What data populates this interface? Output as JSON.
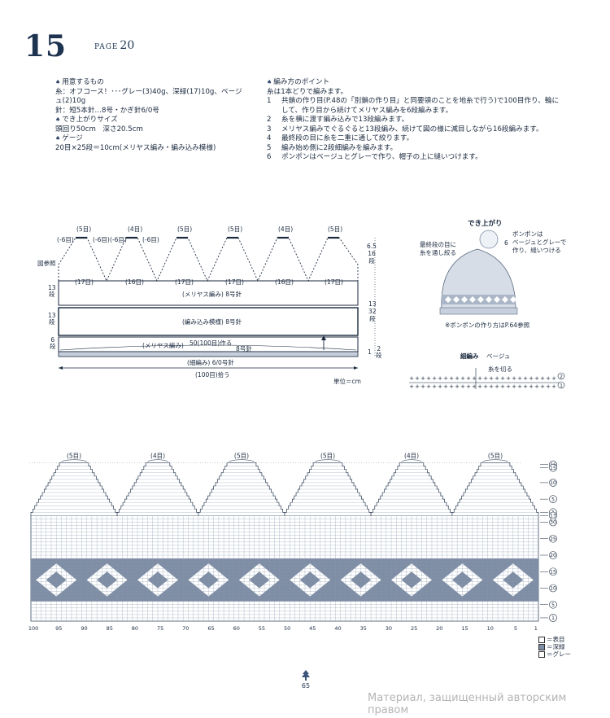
{
  "header": {
    "pattern_number": "15",
    "page_prefix": "PAGE",
    "page_number": "20"
  },
  "materials": {
    "heading": "用意するもの",
    "lines": [
      "糸：オフコース！･･･グレー(3)40g、深緑(17)10g、ベージ",
      "ュ(2)10g",
      "針：短5本針…8号・かぎ針6/0号"
    ],
    "size_heading": "でき上がりサイズ",
    "size": "頭回り50cm　深さ20.5cm",
    "gauge_heading": "ゲージ",
    "gauge": "20目×25段＝10cm(メリヤス編み・編み込み模様)"
  },
  "instructions": {
    "heading": "編み方のポイント",
    "intro": "糸は1本どりで編みます。",
    "steps": [
      {
        "n": "1",
        "text": "共鎖の作り目(P.48の「別鎖の作り目」と同要領のことを地糸で行う)で100目作り、輪に"
      },
      {
        "n": "",
        "text": "して、作り目から続けてメリヤス編みを6段編みます。"
      },
      {
        "n": "2",
        "text": "糸を横に渡す編み込みで13段編みます。"
      },
      {
        "n": "3",
        "text": "メリヤス編みでぐるぐると13段編み、続けて図の様に減目しながら16段編みます。"
      },
      {
        "n": "4",
        "text": "最終段の目に糸を二重に通して絞ります。"
      },
      {
        "n": "5",
        "text": "編み始め側に2段細編みを編みます。"
      },
      {
        "n": "6",
        "text": "ポンポンはベージュとグレーで作り、帽子の上に縫いつけます。"
      }
    ]
  },
  "schematic": {
    "top_labels": [
      "(5目)",
      "(4目)",
      "(5目)",
      "(5目)",
      "(4目)",
      "(5目)"
    ],
    "dec_label": "(-6目)",
    "bottom_labels": [
      "(17目)",
      "(16目)",
      "(17目)",
      "(17目)",
      "(16目)",
      "(17目)"
    ],
    "ref_note": "図参照",
    "band1": "(メリヤス編み) 8号針",
    "band2": "(編み込み模様) 8号針",
    "band3a": "(メリヤス編み)",
    "band3b": "50(100目)作る",
    "band3c": "8号針",
    "band4": "(細編み) 6/0号針",
    "width_label": "(100目)拾う",
    "side_left": [
      {
        "num": "13",
        "unit": "段"
      },
      {
        "num": "13",
        "unit": "段"
      },
      {
        "num": "6",
        "unit": "段"
      }
    ],
    "side_right_top": [
      "6.5",
      "16",
      "段"
    ],
    "side_right_mid": [
      "13",
      "32",
      "段"
    ],
    "side_right_bot": [
      "1",
      "2",
      "段"
    ],
    "unit_note": "単位＝cm"
  },
  "finished": {
    "title": "でき上がり",
    "note1_lines": [
      "最終段の目に",
      "糸を通し絞る"
    ],
    "note2_lines": [
      "ポンポンは",
      "ベージュとグレーで",
      "作り、縫いつける"
    ],
    "pompom_num": "6",
    "pompom_ref": "※ポンポンの作り方はP.64参照"
  },
  "crochet": {
    "title": "細編み",
    "color": "ベージュ",
    "cut_note": "糸を切る",
    "rows": [
      "2",
      "1"
    ]
  },
  "chart": {
    "top_labels": [
      "(5目)",
      "(4目)",
      "(5目)",
      "(5目)",
      "(4目)",
      "(5目)"
    ],
    "row_labels": [
      "16",
      "15",
      "10",
      "5",
      "1",
      "13",
      "30",
      "25",
      "20",
      "15",
      "10",
      "5",
      "1"
    ],
    "col_labels": [
      "100",
      "95",
      "90",
      "85",
      "80",
      "75",
      "70",
      "65",
      "60",
      "55",
      "50",
      "45",
      "40",
      "35",
      "30",
      "25",
      "20",
      "15",
      "10",
      "5",
      "1"
    ],
    "colors": {
      "grid": "#8797ac",
      "dark": "#7f8ea5",
      "white": "#ffffff"
    }
  },
  "legend": [
    "＝表目",
    "＝深緑",
    "＝グレー"
  ],
  "footer": {
    "page": "65"
  },
  "watermark": "Материал, защищенный авторским правом"
}
